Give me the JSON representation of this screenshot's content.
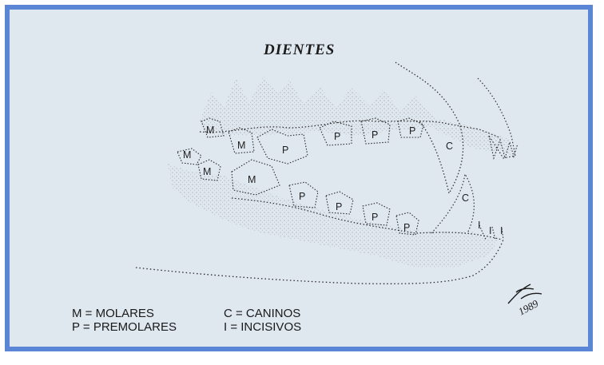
{
  "title": "DIENTES",
  "tooth_labels": {
    "molar": "M",
    "premolar": "P",
    "canine": "C",
    "incisor": "I"
  },
  "legend": {
    "molares": "M = MOLARES",
    "premolares": "P = PREMOLARES",
    "caninos": "C = CANINOS",
    "incisivos": "I = INCISIVOS"
  },
  "signature_text": "1989",
  "colors": {
    "border": "#5b86d6",
    "background": "#dfe7ef",
    "ink": "#1e1e1e"
  }
}
